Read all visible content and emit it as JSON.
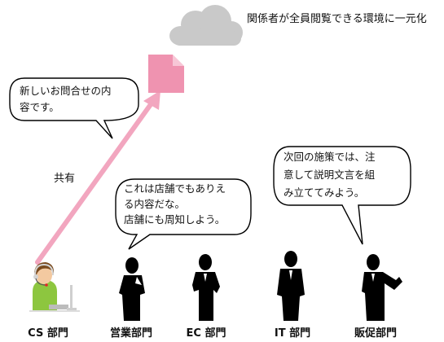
{
  "cloud_caption": "関係者が全員閲覧できる環境に一元化",
  "share_label": "共有",
  "bubbles": {
    "cs": [
      "新しいお問合せの内",
      "容です。"
    ],
    "sales": [
      "これは店舗でもありえ",
      "る内容だな。",
      "店舗にも周知しよう。"
    ],
    "promo": [
      "次回の施策では、注",
      "意して説明文言を組",
      "み立ててみよう。"
    ]
  },
  "departments": [
    "CS 部門",
    "営業部門",
    "EC 部門",
    "IT 部門",
    "販促部門"
  ],
  "colors": {
    "arrow": "#f2a6bf",
    "document": "#ef93b0",
    "cloud": "#c9c9c9",
    "operator_shirt": "#8dc63f",
    "silhouette": "#000000"
  }
}
